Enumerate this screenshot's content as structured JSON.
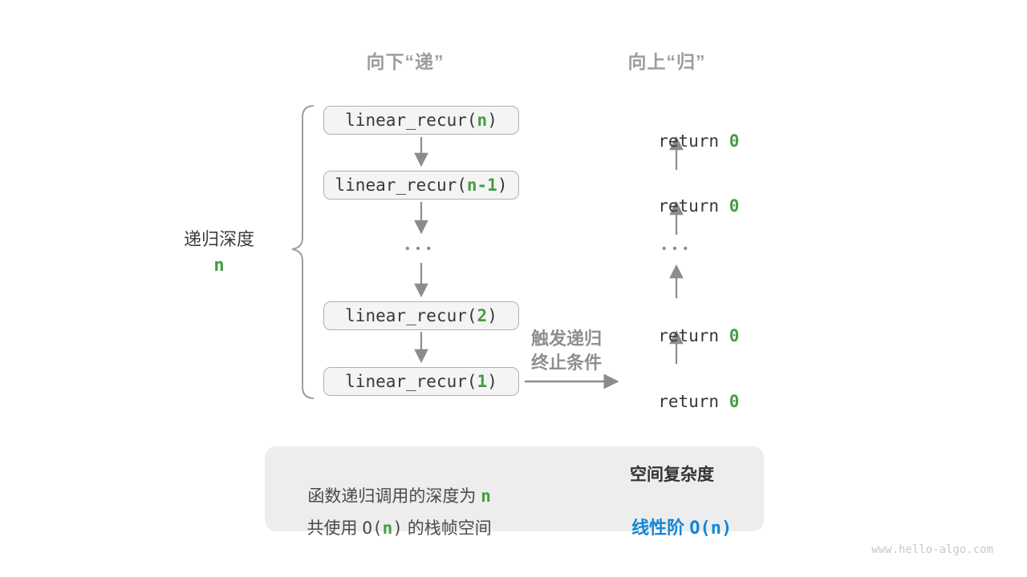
{
  "diagram": {
    "header_down": "向下“递”",
    "header_up": "向上“归”",
    "depth_label": "递归深度",
    "depth_var": "n",
    "ellipsis": "•••",
    "calls": [
      {
        "pre": "linear_recur(",
        "arg": "n",
        "post": ")"
      },
      {
        "pre": "linear_recur(",
        "arg": "n-1",
        "post": ")"
      },
      {
        "pre": "linear_recur(",
        "arg": "2",
        "post": ")"
      },
      {
        "pre": "linear_recur(",
        "arg": "1",
        "post": ")"
      }
    ],
    "returns": [
      {
        "pre": "return ",
        "val": "0"
      },
      {
        "pre": "return ",
        "val": "0"
      },
      {
        "pre": "return ",
        "val": "0"
      },
      {
        "pre": "return ",
        "val": "0"
      }
    ],
    "terminate_line1": "触发递归",
    "terminate_line2": "终止条件"
  },
  "summary": {
    "line1_pre": "函数递归调用的深度为 ",
    "line1_var": "n",
    "line2_p1": "共使用 ",
    "line2_code_open": "O(",
    "line2_var": "n",
    "line2_code_close": ")",
    "line2_p2": " 的栈帧空间",
    "result_title": "空间复杂度",
    "result_cjk": "线性阶 ",
    "result_code": "O(n)"
  },
  "icons": {
    "down_arrow": "down-arrow",
    "up_arrow": "up-arrow",
    "right_arrow": "right-arrow",
    "brace": "curly-brace",
    "big_arrow": "implies-arrow"
  },
  "colors": {
    "green": "#459d44",
    "blue": "#1287d8",
    "arrow_gray": "#8c8c8c",
    "heading_gray": "#9d9d9d",
    "box_fill": "#f4f4f4",
    "box_border": "#b0b0b0",
    "summary_fill": "#ededed"
  },
  "watermark": "www.hello-algo.com"
}
